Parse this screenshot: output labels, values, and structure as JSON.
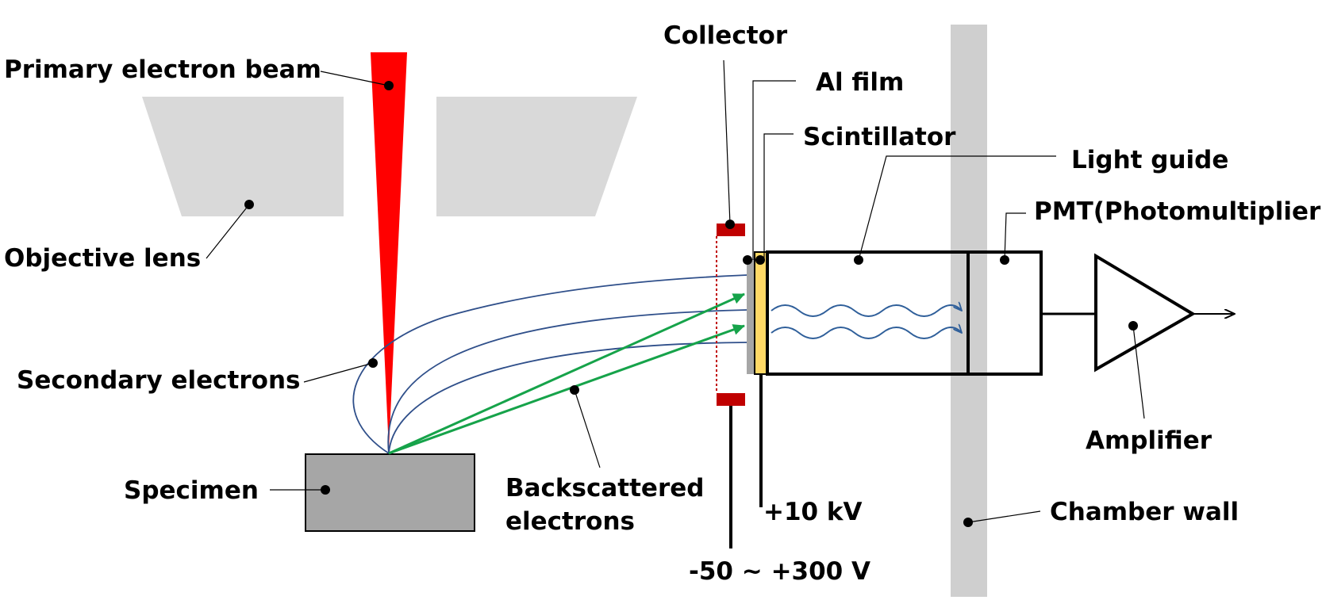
{
  "labels": {
    "primary_beam": "Primary electron beam",
    "objective_lens": "Objective lens",
    "secondary_electrons": "Secondary electrons",
    "specimen": "Specimen",
    "backscattered_line1": "Backscattered",
    "backscattered_line2": "electrons",
    "collector": "Collector",
    "al_film": "Al film",
    "scintillator": "Scintillator",
    "light_guide": "Light guide",
    "pmt": "PMT(Photomultiplier)",
    "amplifier": "Amplifier",
    "chamber_wall": "Chamber wall",
    "voltage_scintillator": "+10 kV",
    "voltage_collector": "-50 ~ +300 V"
  },
  "colors": {
    "beam": "#ff0000",
    "lens": "#d9d9d9",
    "specimen": "#a6a6a6",
    "collector": "#c00000",
    "scintillator": "#ffd966",
    "al_film": "#a6a6a6",
    "chamber_wall": "#cfcfcf",
    "secondary_electron_path": "#2f4f8a",
    "backscattered_path": "#16a34a"
  }
}
